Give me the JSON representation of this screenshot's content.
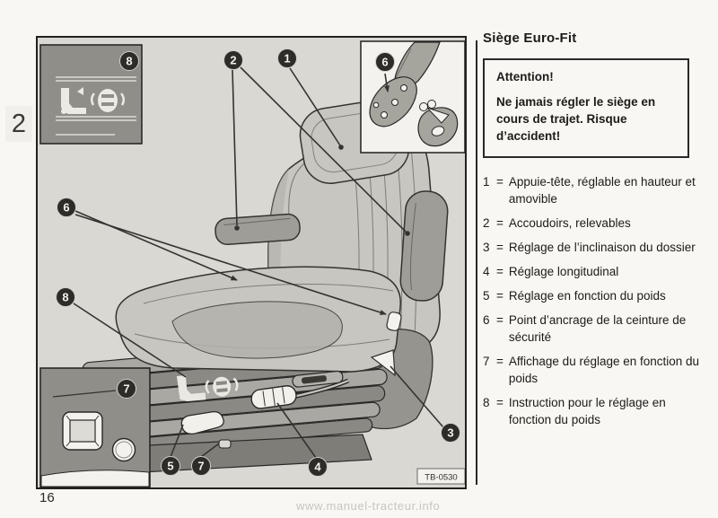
{
  "page": {
    "chapter": "2",
    "number": "16",
    "watermark": "www.manuel-tracteur.info"
  },
  "figure": {
    "code": "TB-0530",
    "badges": {
      "p8": "8",
      "c2": "2",
      "c1": "1",
      "i6": "6",
      "l6": "6",
      "l8": "8",
      "p7": "7",
      "b5": "5",
      "b7": "7",
      "b4": "4",
      "b3": "3"
    }
  },
  "sidebar": {
    "title": "Siège Euro-Fit",
    "warning": {
      "heading": "Attention!",
      "body": "Ne jamais régler le siège en cours de trajet. Risque d’accident!"
    },
    "eq": "=",
    "legend": [
      {
        "num": "1",
        "text": "Appuie-tête, réglable en hauteur et amovible"
      },
      {
        "num": "2",
        "text": "Accoudoirs, relevables"
      },
      {
        "num": "3",
        "text": "Réglage de l’inclinaison du dossier"
      },
      {
        "num": "4",
        "text": "Réglage longitudinal"
      },
      {
        "num": "5",
        "text": "Réglage en fonction du poids"
      },
      {
        "num": "6",
        "text": "Point d’ancrage de la ceinture de sécurité"
      },
      {
        "num": "7",
        "text": "Affichage du réglage en fonction du poids"
      },
      {
        "num": "8",
        "text": "Instruction pour le réglage en fonction du poids"
      }
    ]
  },
  "colors": {
    "paper": "#f8f7f3",
    "figure_bg": "#d9d8d3",
    "panel_gray": "#8f8e89",
    "line_dark": "#2a2927"
  }
}
